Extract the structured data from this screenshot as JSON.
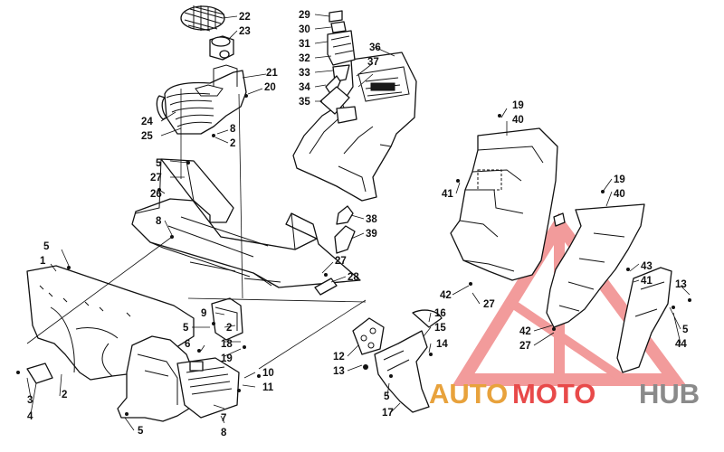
{
  "diagram": {
    "callouts": {
      "c22": "22",
      "c23": "23",
      "c21": "21",
      "c20": "20",
      "c24": "24",
      "c25": "25",
      "c8a": "8",
      "c2a": "2",
      "c5a": "5",
      "c27a": "27",
      "c26": "26",
      "c8b": "8",
      "c29": "29",
      "c30": "30",
      "c31": "31",
      "c32": "32",
      "c33": "33",
      "c34": "34",
      "c35": "35",
      "c36": "36",
      "c37": "37",
      "c38": "38",
      "c39": "39",
      "c27b": "27",
      "c28": "28",
      "c5b": "5",
      "c1": "1",
      "c9": "9",
      "c5c": "5",
      "c6": "6",
      "c2b": "2",
      "c18": "18",
      "c19a": "19",
      "c10": "10",
      "c11": "11",
      "c7": "7",
      "c8c": "8",
      "c3": "3",
      "c4": "4",
      "c2c": "2",
      "c5d": "5",
      "c12": "12",
      "c13a": "13",
      "c16": "16",
      "c15": "15",
      "c14": "14",
      "c5e": "5",
      "c17": "17",
      "c42a": "42",
      "c27c": "27",
      "c19b": "19",
      "c40a": "40",
      "c41a": "41",
      "c19c": "19",
      "c40b": "40",
      "c43": "43",
      "c41b": "41",
      "c13b": "13",
      "c5f": "5",
      "c44": "44",
      "c42b": "42",
      "c27d": "27"
    }
  },
  "watermark": {
    "word_part1": "AUTO",
    "word_part2": "MOTO",
    "word_part3": "HUB",
    "colors": {
      "red": "#e84a4a",
      "gold": "#e8a23c",
      "gray": "#8a8a8a"
    }
  }
}
